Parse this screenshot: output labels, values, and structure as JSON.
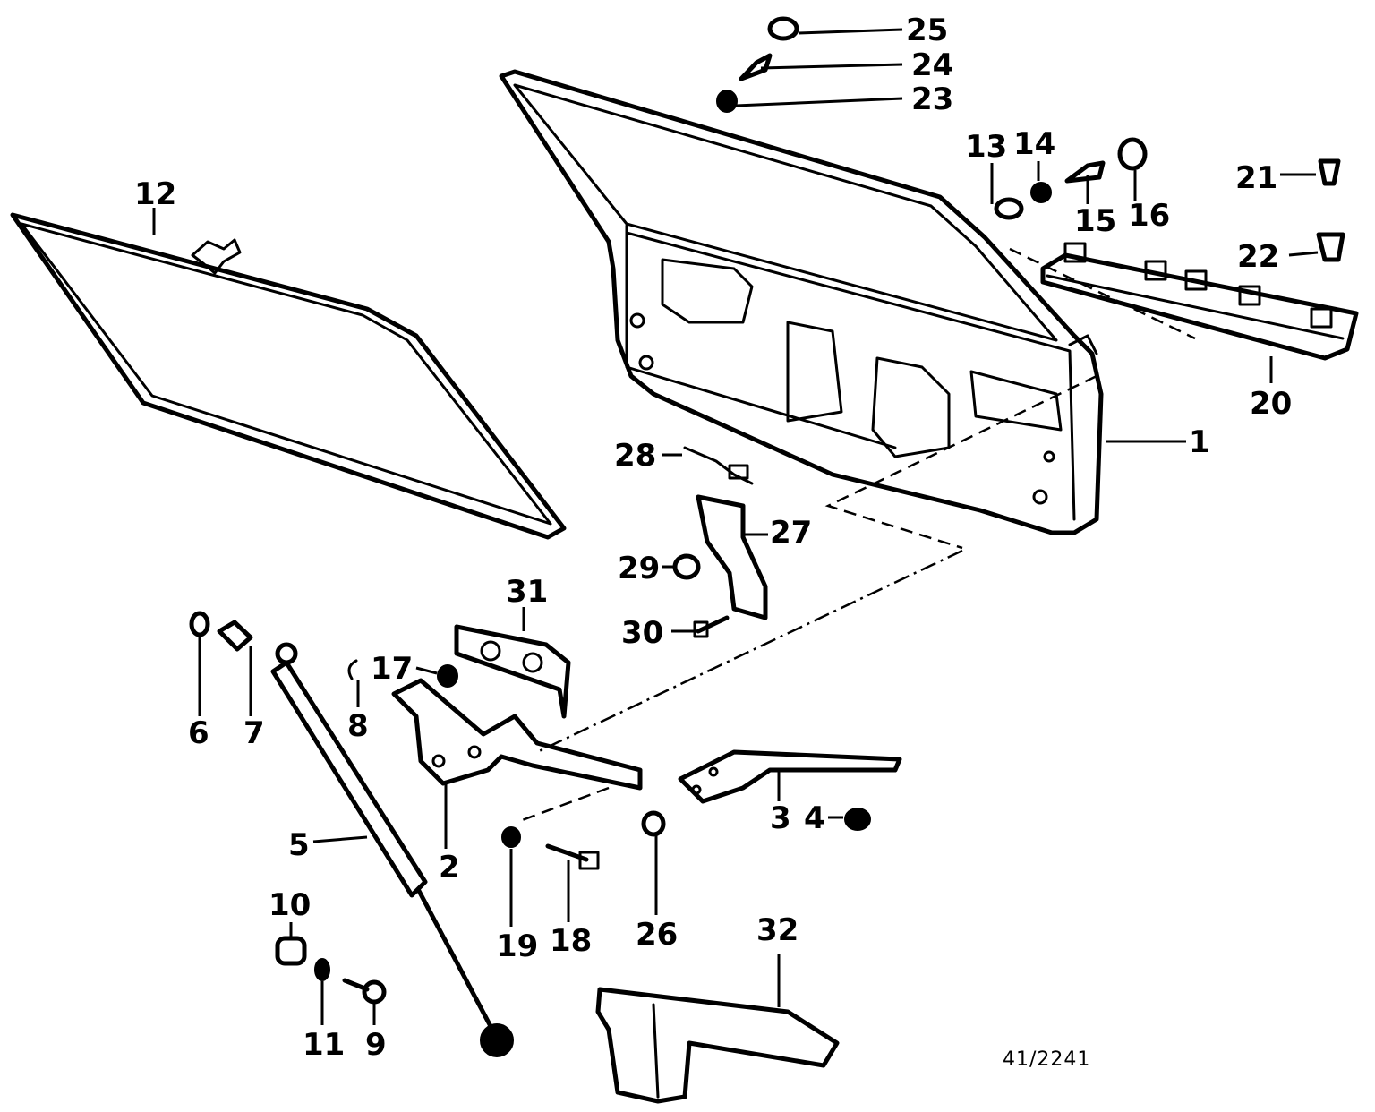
{
  "diagram": {
    "reference_code": "41/2241",
    "callouts": [
      {
        "id": "1",
        "label": "1"
      },
      {
        "id": "2",
        "label": "2"
      },
      {
        "id": "3",
        "label": "3"
      },
      {
        "id": "4",
        "label": "4"
      },
      {
        "id": "5",
        "label": "5"
      },
      {
        "id": "6",
        "label": "6"
      },
      {
        "id": "7",
        "label": "7"
      },
      {
        "id": "8",
        "label": "8"
      },
      {
        "id": "9",
        "label": "9"
      },
      {
        "id": "10",
        "label": "10"
      },
      {
        "id": "11",
        "label": "11"
      },
      {
        "id": "12",
        "label": "12"
      },
      {
        "id": "13",
        "label": "13"
      },
      {
        "id": "14",
        "label": "14"
      },
      {
        "id": "15",
        "label": "15"
      },
      {
        "id": "16",
        "label": "16"
      },
      {
        "id": "17",
        "label": "17"
      },
      {
        "id": "18",
        "label": "18"
      },
      {
        "id": "19",
        "label": "19"
      },
      {
        "id": "20",
        "label": "20"
      },
      {
        "id": "21",
        "label": "21"
      },
      {
        "id": "22",
        "label": "22"
      },
      {
        "id": "23",
        "label": "23"
      },
      {
        "id": "24",
        "label": "24"
      },
      {
        "id": "25",
        "label": "25"
      },
      {
        "id": "26",
        "label": "26"
      },
      {
        "id": "27",
        "label": "27"
      },
      {
        "id": "28",
        "label": "28"
      },
      {
        "id": "29",
        "label": "29"
      },
      {
        "id": "30",
        "label": "30"
      },
      {
        "id": "31",
        "label": "31"
      },
      {
        "id": "32",
        "label": "32"
      }
    ]
  }
}
